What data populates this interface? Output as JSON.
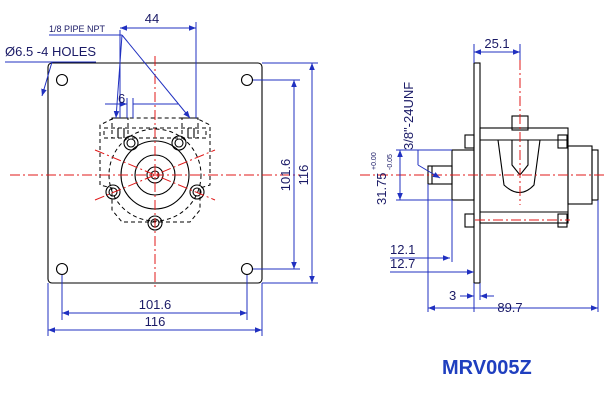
{
  "drawing": {
    "model": "MRV005Z",
    "front_view": {
      "holes_label": "Ø6.5 -4 HOLES",
      "pipe_label": "1/8 PIPE NPT",
      "dim_top": "44",
      "dim_small": "6",
      "dim_width_inner": "101.6",
      "dim_width_outer": "116",
      "dim_height_inner": "101.6",
      "dim_height_outer": "116"
    },
    "side_view": {
      "dim_top": "25.1",
      "thread_label": "3/8\"-24UNF",
      "shaft_dia": "31.75",
      "tol_upper": "+0.00",
      "tol_lower": "-0.05",
      "dim_12_1": "12.1",
      "dim_12_7": "12.7",
      "dim_3": "3",
      "dim_89_7": "89.7"
    }
  }
}
